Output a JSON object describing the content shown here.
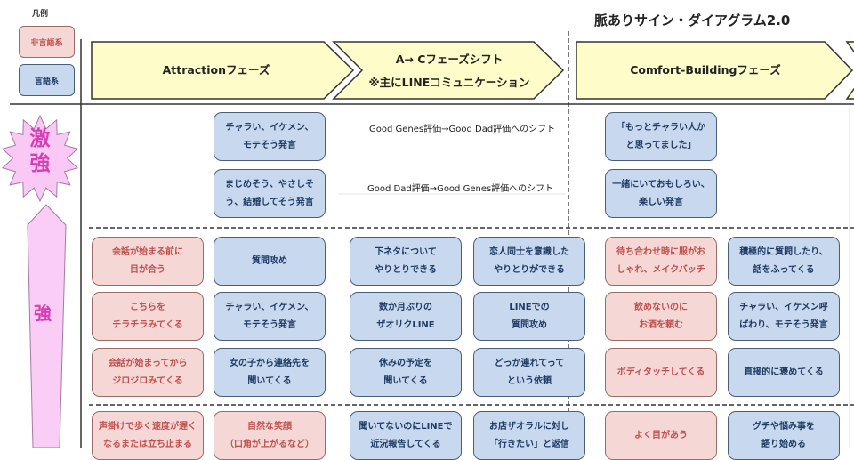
{
  "title": "脈ありサイン・ダイアグラム2.0",
  "legend": {
    "title": "凡例",
    "nonverbal": "非言語系",
    "verbal": "言語系"
  },
  "levels": {
    "very_strong": "激強",
    "strong": "強"
  },
  "phases": {
    "attraction": "Attractionフェーズ",
    "shift_line1": "A→ Cフェーズシフト",
    "shift_line2": "※主にLINEコミュニケーション",
    "comfort": "Comfort-Buildingフェーズ"
  },
  "shift_notes": [
    "Good Genes評価→Good Dad評価へのシフト",
    "Good Dad評価→Good Genes評価へのシフト"
  ],
  "colors": {
    "phase_fill": "#fefcc8",
    "blue_fill": "#c8d9ef",
    "pink_fill": "#f5d8d6",
    "level_pink": "#f9c8f5"
  },
  "boxes": [
    {
      "type": "blue",
      "lines": [
        "チャラい、イケメン、",
        "モテそう発言"
      ]
    },
    {
      "type": "blue",
      "lines": [
        "まじめそう、やさしそ",
        "う、結婚してそう発言"
      ]
    },
    {
      "type": "blue",
      "lines": [
        "「もっとチャラい人か",
        "と思ってました」"
      ]
    },
    {
      "type": "blue",
      "lines": [
        "一緒にいておもしろい、",
        "楽しい発言"
      ]
    },
    {
      "type": "pink",
      "lines": [
        "会話が始まる前に",
        "目が合う"
      ]
    },
    {
      "type": "blue",
      "lines": [
        "質問攻め"
      ]
    },
    {
      "type": "blue",
      "lines": [
        "下ネタについて",
        "やりとりできる"
      ]
    },
    {
      "type": "blue",
      "lines": [
        "恋人同士を意識した",
        "やりとりができる"
      ]
    },
    {
      "type": "pink",
      "lines": [
        "待ち合わせ時に服がお",
        "しゃれ、メイクバッチ"
      ]
    },
    {
      "type": "blue",
      "lines": [
        "積極的に質問したり、",
        "話をふってくる"
      ]
    },
    {
      "type": "pink",
      "lines": [
        "こちらを",
        "チラチラみてくる"
      ]
    },
    {
      "type": "blue",
      "lines": [
        "チャラい、イケメン、",
        "モテそう発言"
      ]
    },
    {
      "type": "blue",
      "lines": [
        "数か月ぶりの",
        "ザオリクLINE"
      ]
    },
    {
      "type": "blue",
      "lines": [
        "LINEでの",
        "質問攻め"
      ]
    },
    {
      "type": "pink",
      "lines": [
        "飲めないのに",
        "お酒を頼む"
      ]
    },
    {
      "type": "blue",
      "lines": [
        "チャラい、イケメン呼",
        "ばわり、モテそう発言"
      ]
    },
    {
      "type": "pink",
      "lines": [
        "会話が始まってから",
        "ジロジロみてくる"
      ]
    },
    {
      "type": "blue",
      "lines": [
        "女の子から連絡先を",
        "聞いてくる"
      ]
    },
    {
      "type": "blue",
      "lines": [
        "休みの予定を",
        "聞いてくる"
      ]
    },
    {
      "type": "blue",
      "lines": [
        "どっか連れてって",
        "という依頼"
      ]
    },
    {
      "type": "pink",
      "lines": [
        "ボディタッチしてくる"
      ]
    },
    {
      "type": "blue",
      "lines": [
        "直接的に褒めてくる"
      ]
    },
    {
      "type": "pink",
      "lines": [
        "声掛けで歩く速度が遅く",
        "なるまたは立ち止まる"
      ]
    },
    {
      "type": "pink",
      "lines": [
        "自然な笑顔",
        "（口角が上がるなど）"
      ]
    },
    {
      "type": "blue",
      "lines": [
        "聞いてないのにLINEで",
        "近況報告してくる"
      ]
    },
    {
      "type": "blue",
      "lines": [
        "お店ザオラルに対し",
        "「行きたい」と返信"
      ]
    },
    {
      "type": "pink",
      "lines": [
        "よく目があう"
      ]
    },
    {
      "type": "blue",
      "lines": [
        "グチや悩み事を",
        "語り始める"
      ]
    }
  ]
}
